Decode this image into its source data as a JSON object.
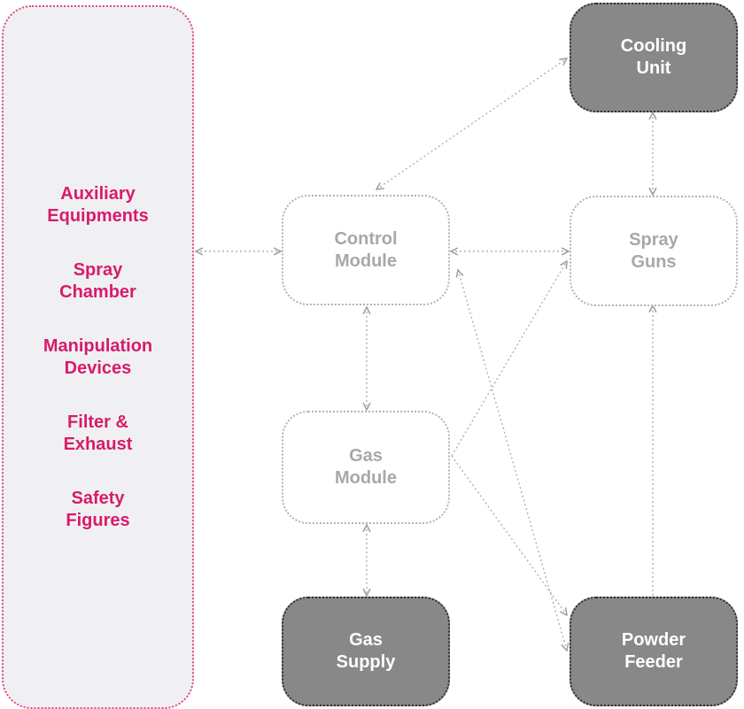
{
  "left_panel": {
    "items": [
      "Auxiliary\nEquipments",
      "Spray\nChamber",
      "Manipulation\nDevices",
      "Filter &\nExhaust",
      "Safety\nFigures"
    ]
  },
  "nodes": {
    "cooling_unit": "Cooling\nUnit",
    "control_module": "Control\nModule",
    "spray_guns": "Spray\nGuns",
    "gas_module": "Gas\nModule",
    "gas_supply": "Gas\nSupply",
    "powder_feeder": "Powder\nFeeder"
  },
  "colors": {
    "accent_text": "#d81b6a",
    "panel_border": "#e0488a",
    "panel_fill": "#f0f0f2",
    "solid_node_fill": "#888888",
    "ghost_text": "#a8a8a8",
    "connector": "#b0b0b0"
  }
}
